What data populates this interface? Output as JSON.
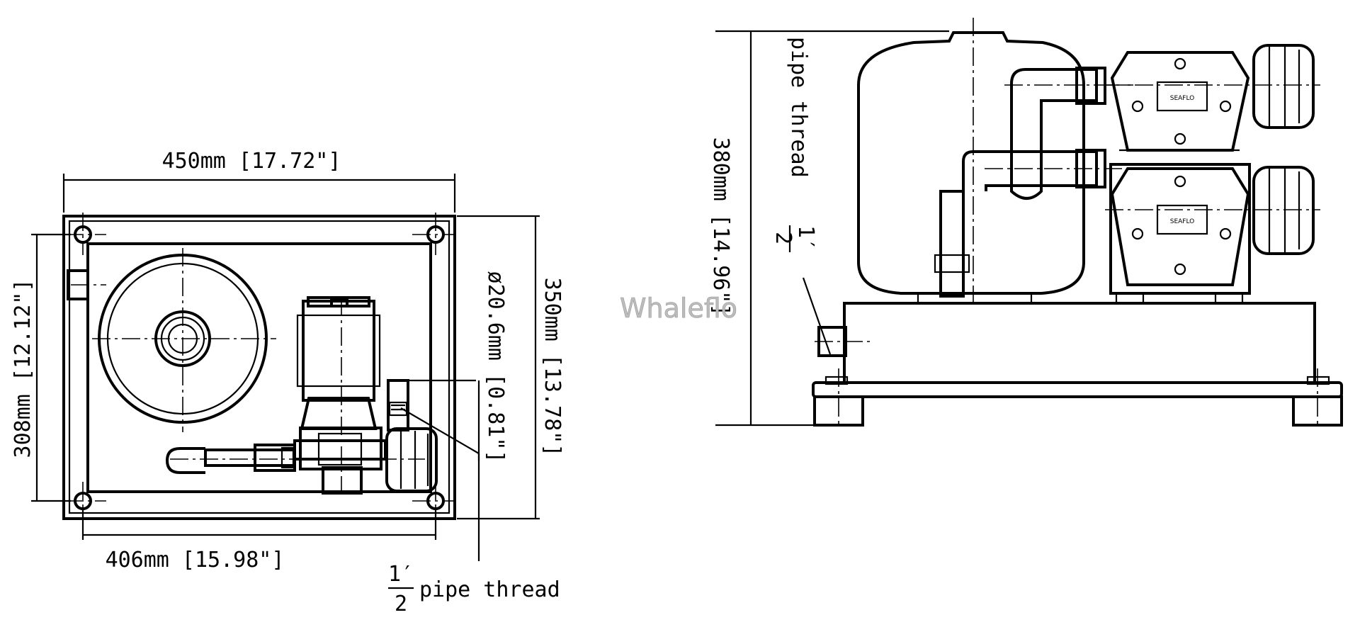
{
  "top_view": {
    "width_label": "450mm [17.72\"]",
    "depth_label": "350mm [13.78\"]",
    "hole_depth_label": "308mm [12.12\"]",
    "hole_width_label": "406mm [15.98\"]",
    "outlet_diameter_label": "ø20.6mm [0.81\"]",
    "thread_fraction_num": "1′",
    "thread_fraction_den": "2",
    "thread_label": "pipe thread"
  },
  "side_view": {
    "height_label": "380mm [14.96\"]",
    "thread_label": "pipe thread",
    "thread_fraction_num": "1′",
    "thread_fraction_den": "2",
    "pump_brand": "SEAFLO"
  },
  "watermark": "Whaleflo"
}
